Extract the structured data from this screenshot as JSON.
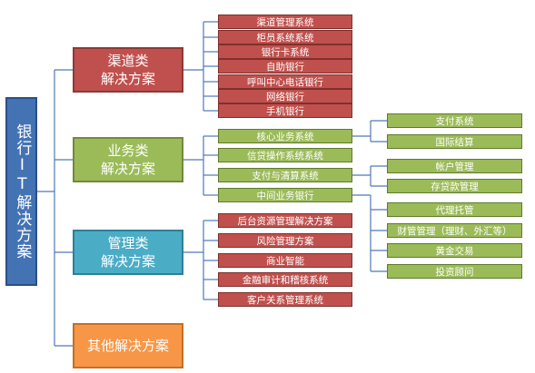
{
  "root": {
    "label": "银行IT解决方案"
  },
  "categories": [
    {
      "key": "channel",
      "label": "渠道类\n解决方案",
      "color": "#c0504d",
      "items": [
        "渠道管理系统",
        "柜员系统系统",
        "银行卡系统",
        "自助银行",
        "呼叫中心电话银行",
        "网络银行",
        "手机银行"
      ]
    },
    {
      "key": "business",
      "label": "业务类\n解决方案",
      "color": "#9bbb59",
      "items": [
        "核心业务系统",
        "信贷操作系统系统",
        "支付与清算系统",
        "中间业务银行"
      ]
    },
    {
      "key": "management",
      "label": "管理类\n解决方案",
      "color": "#4bacc6",
      "items": [
        "后台资源管理解决方案",
        "风险管理方案",
        "商业智能",
        "金融审计和稽核系统",
        "客户关系管理系统"
      ]
    },
    {
      "key": "other",
      "label": "其他解决方案",
      "color": "#f79646",
      "items": []
    }
  ],
  "sub_items": {
    "core": [
      "支付系统",
      "国际结算"
    ],
    "payment": [
      "帐户管理",
      "存贷款管理"
    ],
    "middle": [
      "代理托管",
      "财管管理（理财、外汇等）",
      "黄金交易",
      "投资顾问"
    ]
  }
}
